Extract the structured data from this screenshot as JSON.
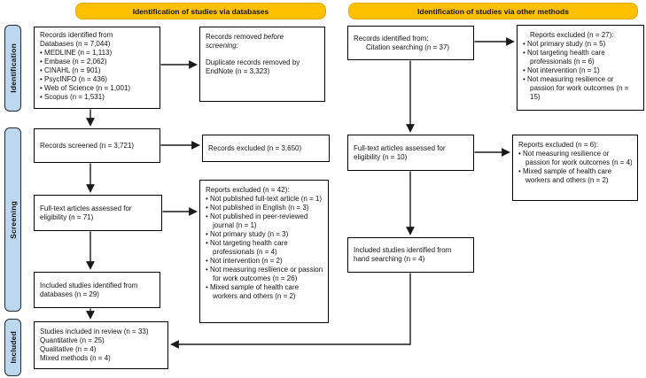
{
  "palette": {
    "header_bg": "#FFC000",
    "stage_bg": "#BDD7EE",
    "box_border": "#000000",
    "arrow": "#1a1a1a",
    "text": "#141414"
  },
  "headers": {
    "databases": "Identification of studies via databases",
    "other": "Identification of studies via other methods"
  },
  "stages": {
    "identification": "Identification",
    "screening": "Screening",
    "included": "Included"
  },
  "db_column": {
    "records_identified": {
      "title_line1": "Records identified from",
      "title_line2": "Databases (n = 7,044)",
      "bullets": [
        "MEDLINE (n = 1,113)",
        "Embase (n = 2,062)",
        "CINAHL (n = 901)",
        "PsycINFO (n = 436)",
        "Web of Science (n = 1,001)",
        "Scopus (n = 1,531)"
      ]
    },
    "records_removed": {
      "lead": "Records removed",
      "italic1": "before",
      "italic2": "screening:",
      "body": "Duplicate records removed by EndNote (n = 3,323)"
    },
    "records_screened": "Records screened (n = 3,721)",
    "records_excluded": "Records excluded (n = 3,650)",
    "fulltext_assessed": "Full-text articles assessed for eligibility (n = 71)",
    "reports_excluded": {
      "title": "Reports excluded (n = 42):",
      "bullets": [
        "Not published full-text article (n = 1)",
        "Not published in English (n = 3)",
        "Not published in peer-reviewed journal (n = 1)",
        "Not primary study (n = 3)",
        "Not targeting health care professionals (n = 4)",
        "Not intervention (n = 2)",
        "Not measuring resilience or passion for work outcomes (n = 26)",
        "Mixed sample of health care workers and others (n = 2)"
      ]
    },
    "included_from_databases": "Included studies identified from databases (n = 29)",
    "studies_included": {
      "lines": [
        "Studies included in review (n = 33)",
        "Quantitative (n = 25)",
        "Qualitative (n = 4)",
        "Mixed methods (n = 4)"
      ]
    }
  },
  "other_column": {
    "records_identified": {
      "title_line1": "Records identified from:",
      "title_line2": "Citation searching (n = 37)"
    },
    "reports_excluded_a": {
      "title": "Reports excluded (n = 27):",
      "bullets": [
        "Not primary study (n = 5)",
        "Not targeting health care professionals (n = 6)",
        "Not intervention (n = 1)",
        "Not measuring resilience or passion for work outcomes (n = 15)"
      ]
    },
    "fulltext_assessed": "Full-text articles assessed for eligibility (n = 10)",
    "reports_excluded_b": {
      "title": "Reports excluded (n = 6):",
      "bullets": [
        "Not measuring resilience or passion for work outcomes (n = 4)",
        "Mixed sample of health care workers and others (n = 2)"
      ]
    },
    "included_from_hand": "Included studies identified from hand searching (n = 4)"
  }
}
